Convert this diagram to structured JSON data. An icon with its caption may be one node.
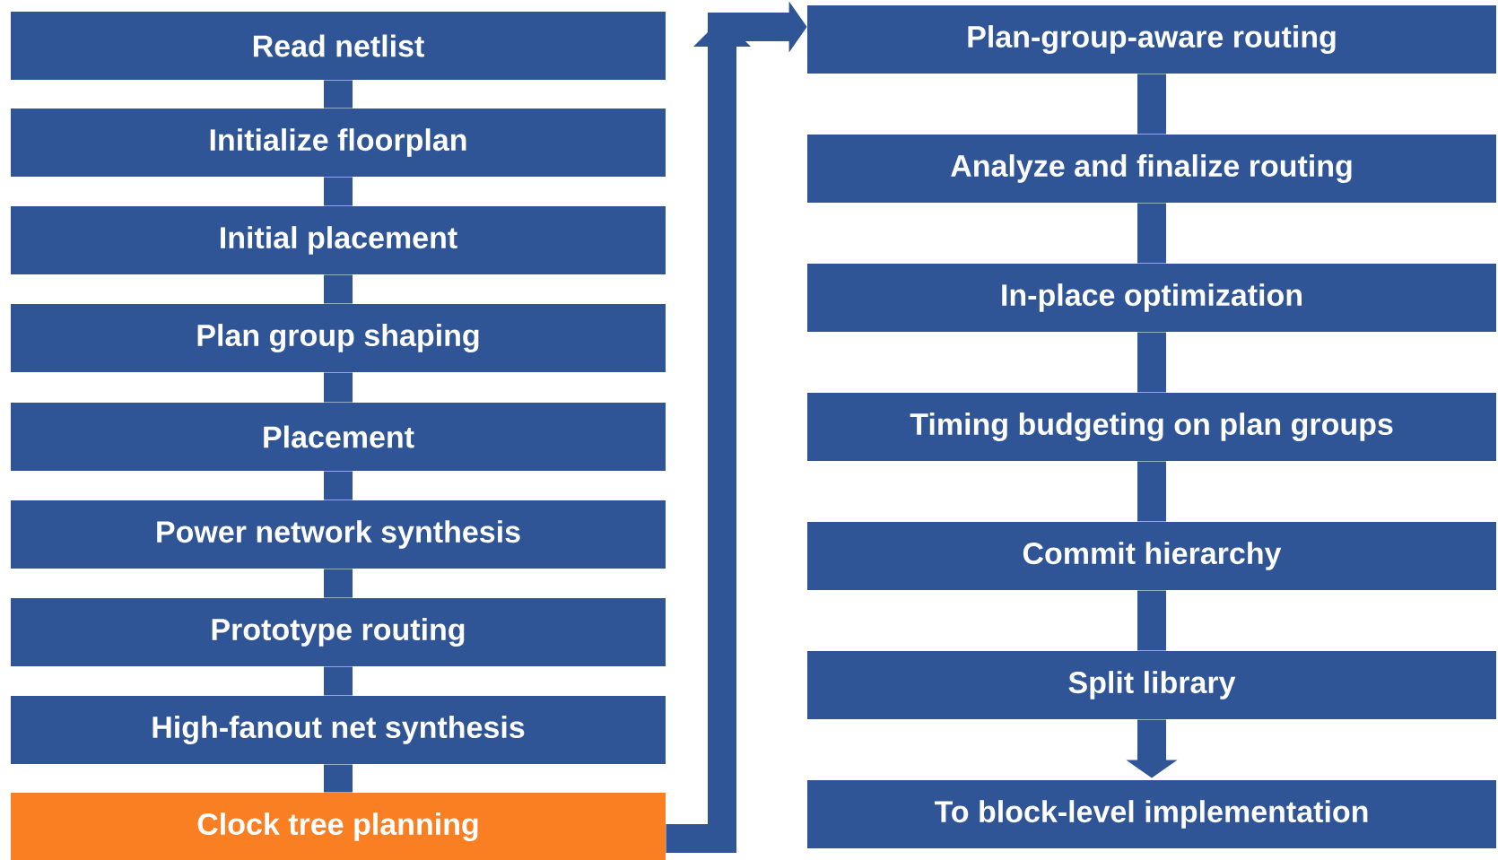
{
  "diagram": {
    "nodes": [
      {
        "text": [
          "Read netlist"
        ]
      },
      {
        "text": [
          "Initialize floorplan"
        ]
      },
      {
        "text": [
          "Initial placement"
        ]
      },
      {
        "text": [
          "Plan group shaping"
        ]
      },
      {
        "text": [
          "Placement"
        ]
      },
      {
        "text": [
          "Power network synthesis"
        ]
      },
      {
        "text": [
          "Prototype routing"
        ]
      },
      {
        "text": [
          "High-fanout net synthesis"
        ]
      },
      {
        "text": [
          "Clock  tree planning"
        ]
      },
      {
        "text": [
          "Plan-group-aware routing"
        ]
      },
      {
        "text": [
          "Analyze  and finalize routing"
        ]
      },
      {
        "text": [
          "In-place optimization"
        ]
      },
      {
        "text": [
          "Timing budgeting on plan groups"
        ]
      },
      {
        "text": [
          "Commit hierarchy"
        ]
      },
      {
        "text": [
          "Split library"
        ]
      },
      {
        "text": [
          "To block-level implementation"
        ]
      }
    ],
    "edges": [
      {
        "from": 0,
        "to": 1,
        "arrow": "none"
      },
      {
        "from": 1,
        "to": 2,
        "arrow": "none"
      },
      {
        "from": 2,
        "to": 3,
        "arrow": "none"
      },
      {
        "from": 3,
        "to": 4,
        "arrow": "none"
      },
      {
        "from": 4,
        "to": 5,
        "arrow": "none"
      },
      {
        "from": 5,
        "to": 6,
        "arrow": "none"
      },
      {
        "from": 6,
        "to": 7,
        "arrow": "none"
      },
      {
        "from": 7,
        "to": 8,
        "arrow": "none"
      },
      {
        "from": 8,
        "to": 9,
        "arrow": "to"
      },
      {
        "from": 9,
        "to": 10,
        "arrow": "none"
      },
      {
        "from": 10,
        "to": 11,
        "arrow": "none"
      },
      {
        "from": 11,
        "to": 12,
        "arrow": "none"
      },
      {
        "from": 12,
        "to": 13,
        "arrow": "none"
      },
      {
        "from": 13,
        "to": 14,
        "arrow": "none"
      },
      {
        "from": 14,
        "to": 15,
        "arrow": "to"
      }
    ]
  }
}
